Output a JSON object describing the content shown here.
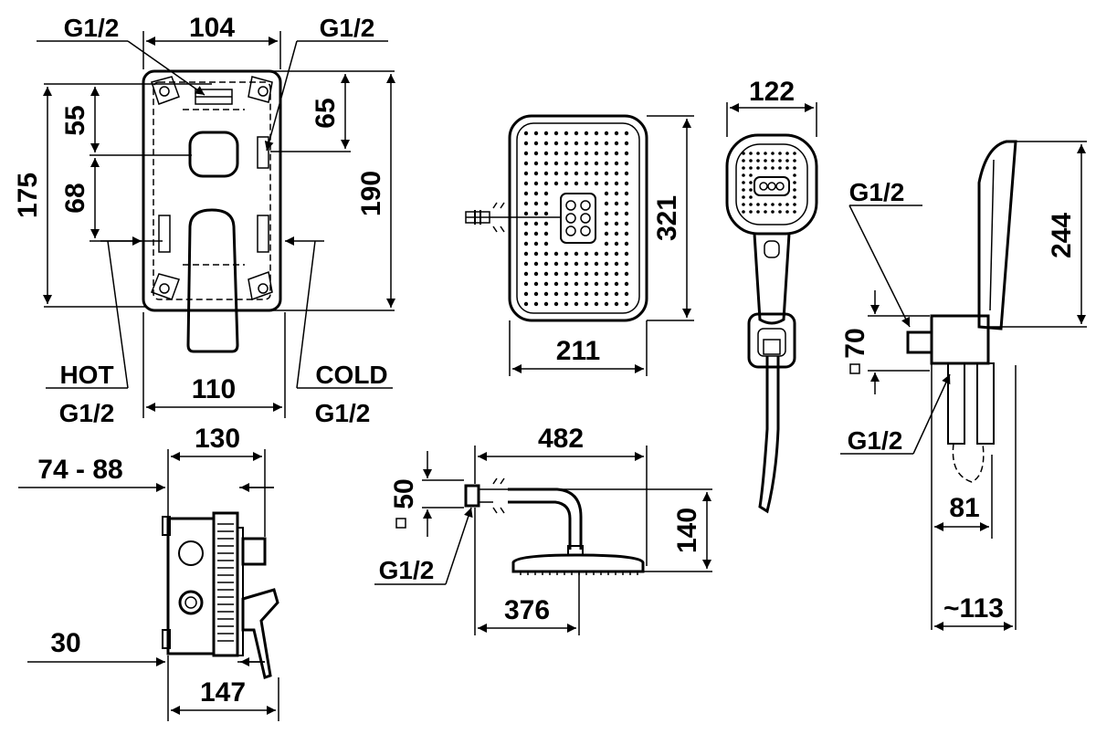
{
  "valve_front": {
    "width_top": "104",
    "width_bottom": "110",
    "height_outer": "175",
    "height_total": "190",
    "dim_55": "55",
    "dim_68": "68",
    "dim_65": "65",
    "thread_top_left": "G1/2",
    "thread_top_right": "G1/2",
    "hot_label": "HOT",
    "hot_thread": "G1/2",
    "cold_label": "COLD",
    "cold_thread": "G1/2"
  },
  "overhead_shower": {
    "width": "211",
    "height": "321"
  },
  "hand_shower": {
    "head_width": "122"
  },
  "holder": {
    "thread_top": "G1/2",
    "height": "244",
    "square": "70",
    "thread_bottom": "G1/2",
    "depth_81": "81",
    "depth_113": "~113"
  },
  "valve_side": {
    "width_top": "130",
    "range": "74 - 88",
    "dim_30": "30",
    "width_bottom": "147"
  },
  "shower_arm": {
    "length": "482",
    "square": "50",
    "height": "140",
    "thread": "G1/2",
    "reach": "376"
  }
}
